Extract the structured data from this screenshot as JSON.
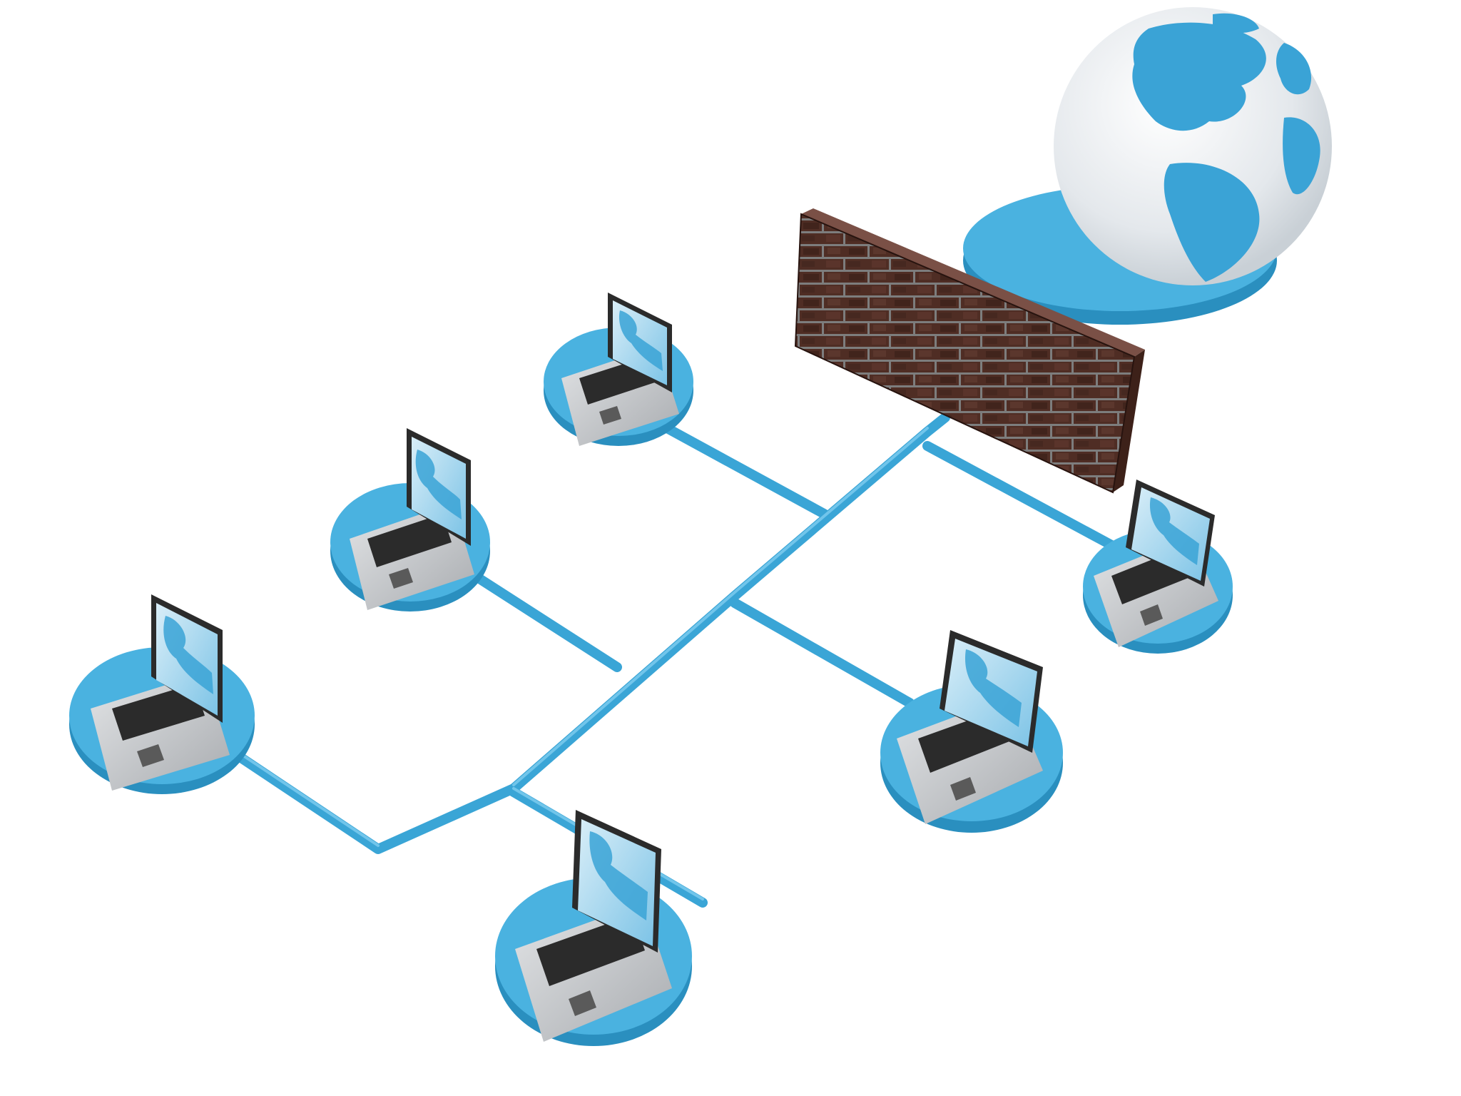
{
  "diagram": {
    "type": "network-topology",
    "background": "#ffffff",
    "colors": {
      "cable": "#3aa5d6",
      "cable_light": "#6cc3ea",
      "pad_top": "#4ab2e0",
      "pad_side": "#2a8fbf",
      "laptop_body": "#c9cbce",
      "laptop_dark": "#2b2b2b",
      "screen": "#5fb5df",
      "brick": "#5a342a",
      "mortar": "#9a9a9a",
      "globe_ocean": "#eef1f4",
      "globe_land": "#3aa3d6"
    },
    "nodes": [
      {
        "id": "globe",
        "kind": "internet",
        "icon": "globe-icon"
      },
      {
        "id": "firewall",
        "kind": "firewall",
        "icon": "brick-wall-icon"
      },
      {
        "id": "laptop-1",
        "kind": "laptop",
        "icon": "laptop-icon"
      },
      {
        "id": "laptop-2",
        "kind": "laptop",
        "icon": "laptop-icon"
      },
      {
        "id": "laptop-3",
        "kind": "laptop",
        "icon": "laptop-icon"
      },
      {
        "id": "laptop-4",
        "kind": "laptop",
        "icon": "laptop-icon"
      },
      {
        "id": "laptop-5",
        "kind": "laptop",
        "icon": "laptop-icon"
      },
      {
        "id": "laptop-6",
        "kind": "laptop",
        "icon": "laptop-icon"
      }
    ],
    "connections": [
      [
        "globe",
        "firewall"
      ],
      [
        "firewall",
        "laptop-1"
      ],
      [
        "firewall",
        "laptop-2"
      ],
      [
        "firewall",
        "laptop-3"
      ],
      [
        "firewall",
        "laptop-4"
      ],
      [
        "firewall",
        "laptop-5"
      ],
      [
        "firewall",
        "laptop-6"
      ]
    ]
  }
}
